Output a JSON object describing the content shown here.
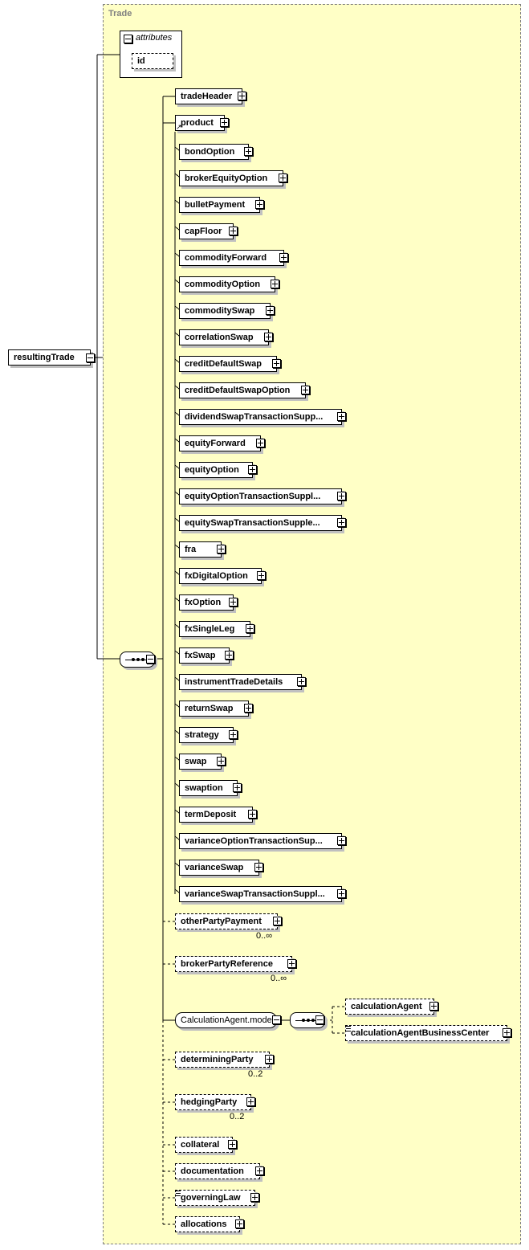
{
  "container": {
    "title": "Trade"
  },
  "root": {
    "label": "resultingTrade"
  },
  "attributes": {
    "label": "attributes",
    "items": [
      {
        "label": "id"
      }
    ]
  },
  "sequence": {
    "head": [
      {
        "label": "tradeHeader"
      },
      {
        "label": "product",
        "is_reference": true
      }
    ],
    "product_substitutes": [
      {
        "label": "bondOption"
      },
      {
        "label": "brokerEquityOption"
      },
      {
        "label": "bulletPayment"
      },
      {
        "label": "capFloor"
      },
      {
        "label": "commodityForward"
      },
      {
        "label": "commodityOption"
      },
      {
        "label": "commoditySwap"
      },
      {
        "label": "correlationSwap"
      },
      {
        "label": "creditDefaultSwap"
      },
      {
        "label": "creditDefaultSwapOption"
      },
      {
        "label": "dividendSwapTransactionSupp..."
      },
      {
        "label": "equityForward"
      },
      {
        "label": "equityOption"
      },
      {
        "label": "equityOptionTransactionSuppl..."
      },
      {
        "label": "equitySwapTransactionSupple..."
      },
      {
        "label": "fra"
      },
      {
        "label": "fxDigitalOption"
      },
      {
        "label": "fxOption"
      },
      {
        "label": "fxSingleLeg"
      },
      {
        "label": "fxSwap"
      },
      {
        "label": "instrumentTradeDetails"
      },
      {
        "label": "returnSwap"
      },
      {
        "label": "strategy"
      },
      {
        "label": "swap"
      },
      {
        "label": "swaption"
      },
      {
        "label": "termDeposit"
      },
      {
        "label": "varianceOptionTransactionSup..."
      },
      {
        "label": "varianceSwap"
      },
      {
        "label": "varianceSwapTransactionSuppl..."
      }
    ],
    "tail": [
      {
        "label": "otherPartyPayment",
        "multiplicity": "0..∞"
      },
      {
        "label": "brokerPartyReference",
        "multiplicity": "0..∞"
      },
      {
        "label": "CalculationAgent.model",
        "group": true
      },
      {
        "label": "determiningParty",
        "multiplicity": "0..2"
      },
      {
        "label": "hedgingParty",
        "multiplicity": "0..2"
      },
      {
        "label": "collateral"
      },
      {
        "label": "documentation"
      },
      {
        "label": "governingLaw",
        "has_doc": true
      },
      {
        "label": "allocations"
      }
    ],
    "calculation_agent_model": [
      {
        "label": "calculationAgent"
      },
      {
        "label": "calculationAgentBusinessCenter",
        "has_doc": true
      }
    ]
  },
  "colors": {
    "background": "#ffffc6",
    "border": "#808080",
    "shadow": "#c0c0c0"
  }
}
